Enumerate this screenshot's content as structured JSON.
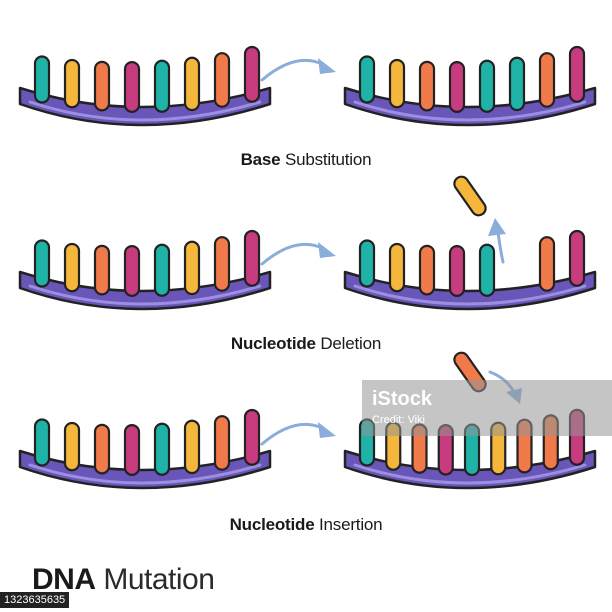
{
  "colors": {
    "teal": "#1fb3a8",
    "yellow": "#f4b63b",
    "orange": "#f07a4a",
    "magenta": "#c73c7e",
    "backbone": "#6a55b8",
    "backbone_light": "#9c8ee0",
    "outline": "#222222",
    "arrow": "#8aaed9"
  },
  "diagrams": {
    "substitution": {
      "caption_bold": "Base",
      "caption_rest": " Substitution",
      "before_bases": [
        "teal",
        "yellow",
        "orange",
        "magenta",
        "teal",
        "yellow",
        "orange",
        "magenta"
      ],
      "after_bases": [
        "teal",
        "yellow",
        "orange",
        "magenta",
        "teal",
        "teal",
        "orange",
        "magenta"
      ]
    },
    "deletion": {
      "caption_bold": "Nucleotide",
      "caption_rest": " Deletion",
      "before_bases": [
        "teal",
        "yellow",
        "orange",
        "magenta",
        "teal",
        "yellow",
        "orange",
        "magenta"
      ],
      "after_bases": [
        "teal",
        "yellow",
        "orange",
        "magenta",
        "teal",
        "gap",
        "orange",
        "magenta"
      ],
      "removed_base": "yellow"
    },
    "insertion": {
      "caption_bold": "Nucleotide",
      "caption_rest": " Insertion",
      "before_bases": [
        "teal",
        "yellow",
        "orange",
        "magenta",
        "teal",
        "yellow",
        "orange",
        "magenta"
      ],
      "after_bases": [
        "teal",
        "yellow",
        "orange",
        "magenta",
        "teal",
        "yellow",
        "orange",
        "orange",
        "magenta"
      ],
      "inserted_base": "orange"
    }
  },
  "title": {
    "bold": "DNA",
    "rest": " Mutation"
  },
  "watermark": {
    "logo": "iStock",
    "credit": "Credit: Viki"
  },
  "stock_id": "1323635635"
}
